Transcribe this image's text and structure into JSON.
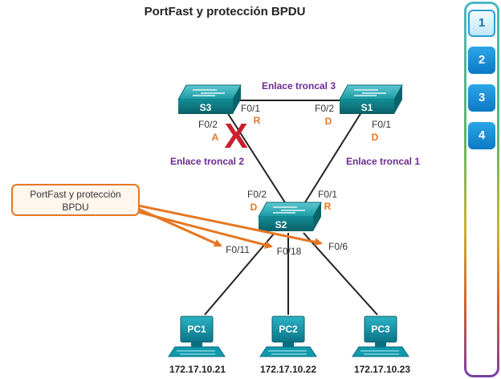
{
  "title": "PortFast y protección BPDU",
  "callout": {
    "line1": "PortFast y protección",
    "line2": "BPDU"
  },
  "links": {
    "trunk3": "Enlace troncal 3",
    "trunk2": "Enlace troncal 2",
    "trunk1": "Enlace troncal 1"
  },
  "switches": {
    "s3": "S3",
    "s1": "S1",
    "s2": "S2"
  },
  "ports": {
    "s3_f01": "F0/1",
    "s3_f01_role": "R",
    "s3_f02": "F0/2",
    "s3_f02_role": "A",
    "s1_f02": "F0/2",
    "s1_f02_role": "D",
    "s1_f01": "F0/1",
    "s1_f01_role": "D",
    "s2_f02": "F0/2",
    "s2_f02_role": "D",
    "s2_f01": "F0/1",
    "s2_f01_role": "R",
    "s2_f011": "F0/11",
    "s2_f018": "F0/18",
    "s2_f06": "F0/6"
  },
  "blocked_mark": "X",
  "pcs": [
    {
      "name": "PC1",
      "ip": "172.17.10.21"
    },
    {
      "name": "PC2",
      "ip": "172.17.10.22"
    },
    {
      "name": "PC3",
      "ip": "172.17.10.23"
    }
  ],
  "steps": [
    "1",
    "2",
    "3",
    "4"
  ],
  "colors": {
    "accent": "#e57722",
    "link_label": "#6a2c91",
    "switch": "#0f8b93",
    "pc": "#0e8aa0"
  }
}
